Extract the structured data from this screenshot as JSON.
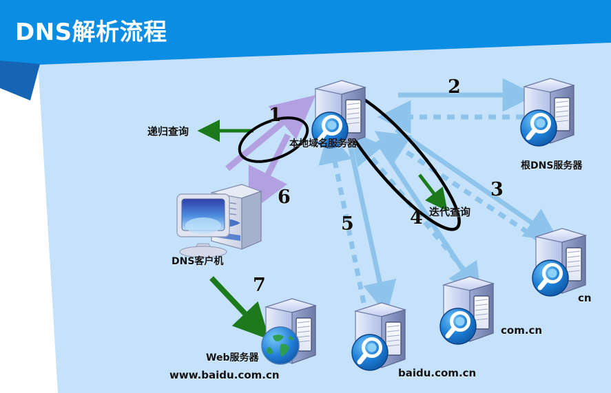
{
  "banner": {
    "title": "DNS解析流程",
    "bg_color": "#0c8de4",
    "fold_color": "#1664b4",
    "title_color": "#ffffff"
  },
  "slide": {
    "background_color": "#c6e2fa",
    "page_background": "#ffffff"
  },
  "palette": {
    "blue_arrow": "#8ec4ec",
    "blue_arrow_dashed": "#8ec4ec",
    "purple_arrow": "#b3a0e0",
    "green_arrow": "#1c7a1c",
    "ink_ellipse": "#000000",
    "step_number": "#120d06"
  },
  "nodes": [
    {
      "id": "dns-client",
      "label": "DNS客户机",
      "icon": "desktop-computer-icon"
    },
    {
      "id": "local-dns-server",
      "label": "本地域名服务器",
      "icon": "dns-server-icon"
    },
    {
      "id": "root-dns-server",
      "label": "根DNS服务器",
      "icon": "dns-server-icon"
    },
    {
      "id": "cn-server",
      "label": "cn",
      "icon": "dns-server-icon"
    },
    {
      "id": "com-cn-server",
      "label": "com.cn",
      "icon": "dns-server-icon"
    },
    {
      "id": "baidu-com-cn-server",
      "label": "baidu.com.cn",
      "icon": "dns-server-icon"
    },
    {
      "id": "web-server",
      "label": "Web服务器",
      "icon": "web-server-globe-icon"
    }
  ],
  "web_server_url": "www.baidu.com.cn",
  "annotations": [
    {
      "id": "recursive-query",
      "label": "递归查询",
      "arrow": "green-left-arrow"
    },
    {
      "id": "iterative-query",
      "label": "迭代查询",
      "arrow": "green-down-right-arrow"
    }
  ],
  "steps": [
    {
      "n": "1",
      "desc": "client-to-local-dns"
    },
    {
      "n": "2",
      "desc": "local-dns-to-root"
    },
    {
      "n": "3",
      "desc": "local-dns-to-cn"
    },
    {
      "n": "4",
      "desc": "local-dns-to-com-cn"
    },
    {
      "n": "5",
      "desc": "local-dns-to-baidu-com-cn"
    },
    {
      "n": "6",
      "desc": "local-dns-to-client"
    },
    {
      "n": "7",
      "desc": "client-to-web-server"
    }
  ]
}
